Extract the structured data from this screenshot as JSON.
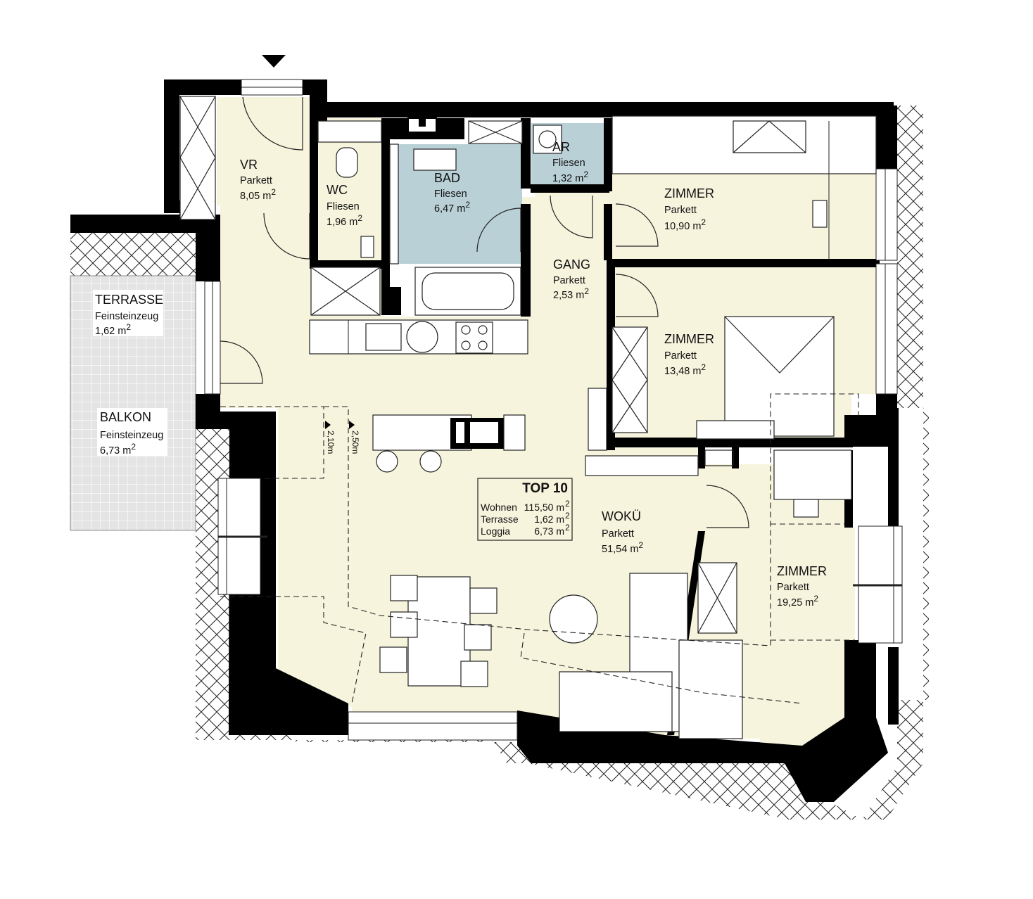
{
  "entrance_marker": "entrance-arrow",
  "colors": {
    "living_fill": "#f7f4dd",
    "wet_room_fill": "#b9d0d6",
    "outdoor_fill": "#e6e6e6",
    "wall": "#000000"
  },
  "rooms": {
    "vr": {
      "name": "VR",
      "floor": "Parkett",
      "area": "8,05 m",
      "unit_sup": "2"
    },
    "wc": {
      "name": "WC",
      "floor": "Fliesen",
      "area": "1,96 m",
      "unit_sup": "2"
    },
    "bad": {
      "name": "BAD",
      "floor": "Fliesen",
      "area": "6,47 m",
      "unit_sup": "2"
    },
    "ar": {
      "name": "AR",
      "floor": "Fliesen",
      "area": "1,32 m",
      "unit_sup": "2"
    },
    "zimmer1": {
      "name": "ZIMMER",
      "floor": "Parkett",
      "area": "10,90 m",
      "unit_sup": "2"
    },
    "gang": {
      "name": "GANG",
      "floor": "Parkett",
      "area": "2,53 m",
      "unit_sup": "2"
    },
    "zimmer2": {
      "name": "ZIMMER",
      "floor": "Parkett",
      "area": "13,48 m",
      "unit_sup": "2"
    },
    "terrasse": {
      "name": "TERRASSE",
      "floor": "Feinsteinzeug",
      "area": "1,62 m",
      "unit_sup": "2"
    },
    "balkon": {
      "name": "BALKON",
      "floor": "Feinsteinzeug",
      "area": "6,73 m",
      "unit_sup": "2"
    },
    "wokue": {
      "name": "WOKÜ",
      "floor": "Parkett",
      "area": "51,54 m",
      "unit_sup": "2"
    },
    "zimmer3": {
      "name": "ZIMMER",
      "floor": "Parkett",
      "area": "19,25 m",
      "unit_sup": "2"
    }
  },
  "summary": {
    "title": "TOP 10",
    "rows": [
      {
        "label": "Wohnen",
        "value": "115,50 m",
        "sup": "2"
      },
      {
        "label": "Terrasse",
        "value": "1,62 m",
        "sup": "2"
      },
      {
        "label": "Loggia",
        "value": "6,73 m",
        "sup": "2"
      }
    ]
  },
  "dimensions": {
    "height_1": "2,10m",
    "height_2": "2,50m"
  }
}
